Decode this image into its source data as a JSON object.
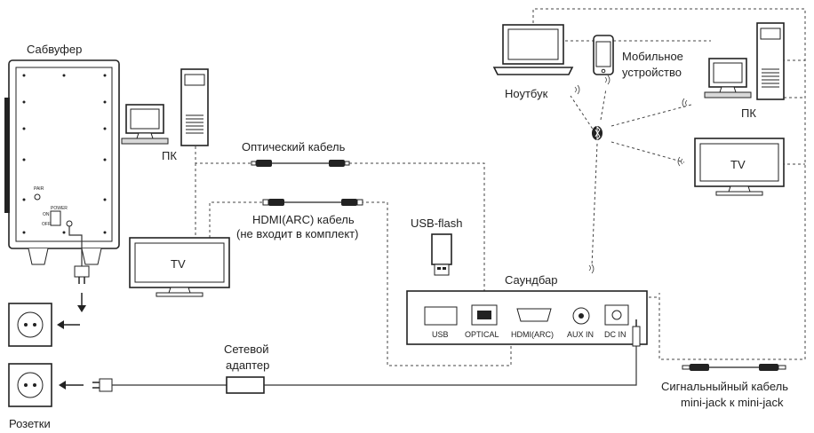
{
  "labels": {
    "subwoofer": "Сабвуфер",
    "pc_left": "ПК",
    "tv_left": "TV",
    "optical_cable": "Оптический кабель",
    "hdmi_cable_1": "HDMI(ARC) кабель",
    "hdmi_cable_2": "(не входит в комплект)",
    "usb_flash": "USB-flash",
    "soundbar": "Саундбар",
    "power_adapter_1": "Сетевой",
    "power_adapter_2": "адаптер",
    "sockets": "Розетки",
    "laptop": "Ноутбук",
    "mobile_1": "Мобильное",
    "mobile_2": "устройство",
    "pc_right": "ПК",
    "tv_right": "TV",
    "signal_cable_1": "Сигнальныйный кабель",
    "signal_cable_2": "mini-jack к mini-jack"
  },
  "ports": {
    "usb": "USB",
    "optical": "OPTICAL",
    "hdmi_arc": "HDMI(ARC)",
    "aux_in": "AUX IN",
    "dc_in": "DC IN"
  },
  "subwoofer_panel": {
    "pair": "PAIR",
    "power": "POWER",
    "on": "ON",
    "off": "OFF"
  }
}
